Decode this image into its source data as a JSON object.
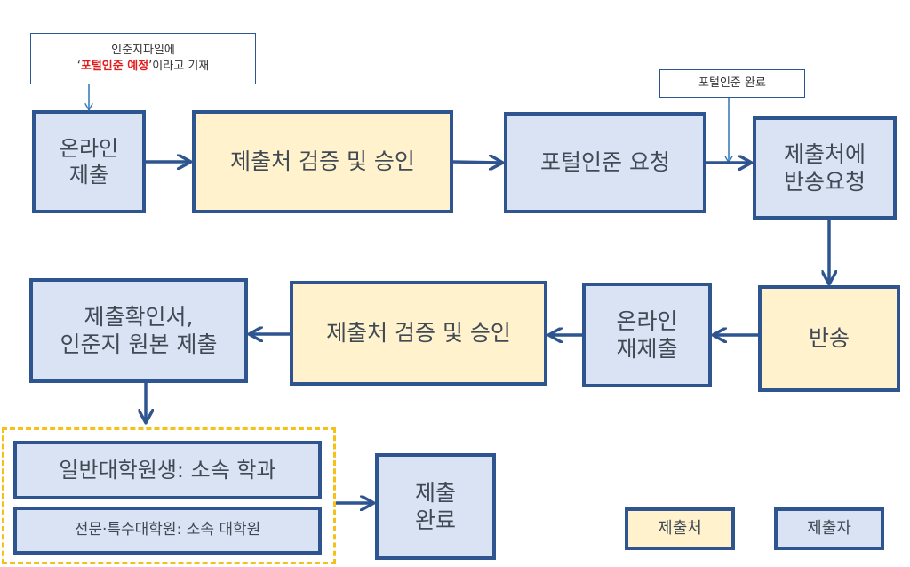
{
  "notes": {
    "top_left_line1": "인준지파일에",
    "top_left_quote_open": "‘",
    "top_left_highlight": "포털인준 예정",
    "top_left_rest": "’이라고 기재",
    "top_right": "포털인준 완료"
  },
  "steps": {
    "online_submit": [
      "온라인",
      "제출"
    ],
    "verify_approve_1": "제출처 검증 및 승인",
    "portal_request": "포털인준 요청",
    "return_request": [
      "제출처에",
      "반송요청"
    ],
    "return": "반송",
    "online_resubmit": [
      "온라인",
      "재제출"
    ],
    "verify_approve_2": "제출처 검증 및 승인",
    "submit_original": [
      "제출확인서,",
      "인준지 원본 제출"
    ],
    "general_grad": "일반대학원생: 소속 학과",
    "special_grad": "전문·특수대학원:  소속 대학원",
    "complete": [
      "제출",
      "완료"
    ]
  },
  "legend": {
    "submitter_place": "제출처",
    "submitter": "제출자"
  },
  "colors": {
    "border": "#2f5590",
    "blue_fill": "#dae3f3",
    "yellow_fill": "#fff2cc",
    "highlight_red": "#e31b1b",
    "dashed_group": "#f5c018"
  }
}
